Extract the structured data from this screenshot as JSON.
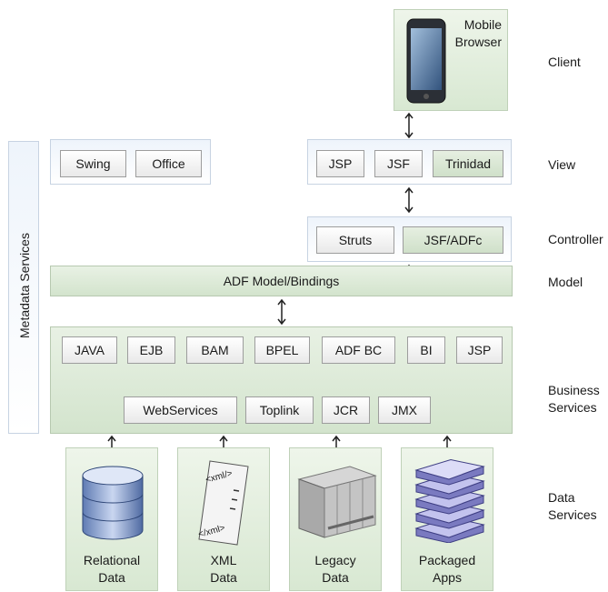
{
  "layers": {
    "client": "Client",
    "view": "View",
    "controller": "Controller",
    "model": "Model",
    "business_l1": "Business",
    "business_l2": "Services",
    "data_l1": "Data",
    "data_l2": "Services"
  },
  "metadata_label": "Metadata Services",
  "mobile": {
    "line1": "Mobile",
    "line2": "Browser"
  },
  "view_left": [
    "Swing",
    "Office"
  ],
  "view_right": [
    "JSP",
    "JSF",
    "Trinidad"
  ],
  "controller": [
    "Struts",
    "JSF/ADFc"
  ],
  "model_label": "ADF Model/Bindings",
  "business_row1": [
    "JAVA",
    "EJB",
    "BAM",
    "BPEL",
    "ADF BC",
    "BI",
    "JSP"
  ],
  "business_row2": [
    "WebServices",
    "Toplink",
    "JCR",
    "JMX"
  ],
  "data_tiles": [
    {
      "l1": "Relational",
      "l2": "Data",
      "icon": "database-cylinder-icon"
    },
    {
      "l1": "XML",
      "l2": "Data",
      "icon": "xml-document-icon",
      "xml_open": "<xml/>",
      "xml_close": "</xml>"
    },
    {
      "l1": "Legacy",
      "l2": "Data",
      "icon": "server-rack-icon"
    },
    {
      "l1": "Packaged",
      "l2": "Apps",
      "icon": "stacked-layers-icon"
    }
  ],
  "colors": {
    "green_panel": "#d3e4cd",
    "blue_panel": "#eef4fb",
    "border": "#9d9d9d"
  }
}
